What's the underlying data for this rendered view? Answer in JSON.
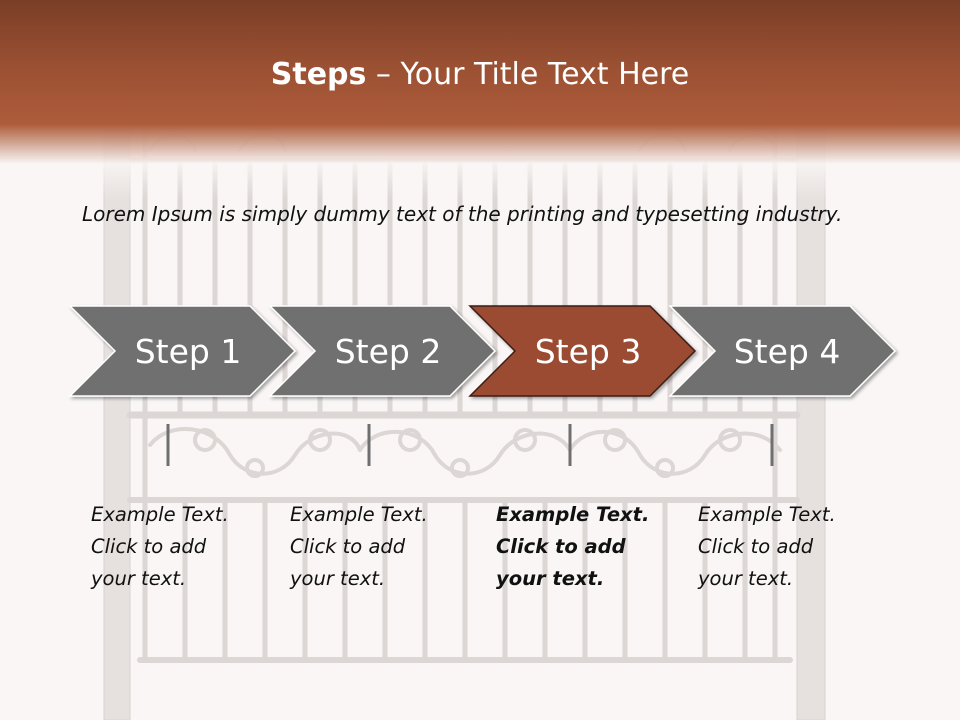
{
  "title": {
    "bold": "Steps",
    "rest": " – Your Title Text Here"
  },
  "intro_text": "Lorem Ipsum is simply dummy text of the printing and typesetting industry.",
  "colors": {
    "header": "#9c5133",
    "step_gray": "#6f6f6f",
    "step_active": "#9a4c31",
    "text": "#111111"
  },
  "steps": [
    {
      "label": "Step 1",
      "lines": [
        "Example Text.",
        "Click  to add",
        "your text."
      ],
      "active": false
    },
    {
      "label": "Step 2",
      "lines": [
        "Example Text.",
        "Click  to add",
        "your text."
      ],
      "active": false
    },
    {
      "label": "Step 3",
      "lines": [
        "Example Text.",
        "Click  to add",
        "your text."
      ],
      "active": true
    },
    {
      "label": "Step 4",
      "lines": [
        "Example Text.",
        "Click  to add",
        "your text."
      ],
      "active": false
    }
  ]
}
